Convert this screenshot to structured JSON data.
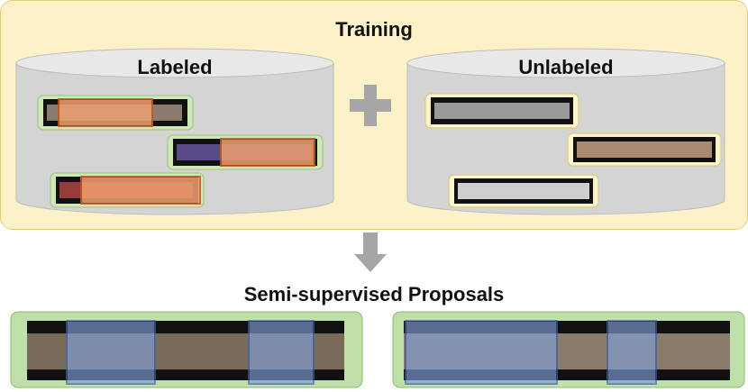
{
  "diagram": {
    "training_title": "Training",
    "labeled_title": "Labeled",
    "unlabeled_title": "Unlabeled",
    "semi_title": "Semi-supervised Proposals",
    "plus_icon": "plus-icon",
    "arrow_icon": "arrow-down-icon"
  },
  "colors": {
    "panel_bg": "#fdf1c8",
    "cylinder": "#d4d4d4",
    "cylinder_top": "#e8e8e8",
    "labeled_frame": "#cfe7b8",
    "unlabeled_frame": "#fbf3c9",
    "annotation": "#f0a070",
    "proposal": "#7f9fd6",
    "proposal_border": "#3c5ea8",
    "proposal_panel": "#bfe0a8"
  }
}
